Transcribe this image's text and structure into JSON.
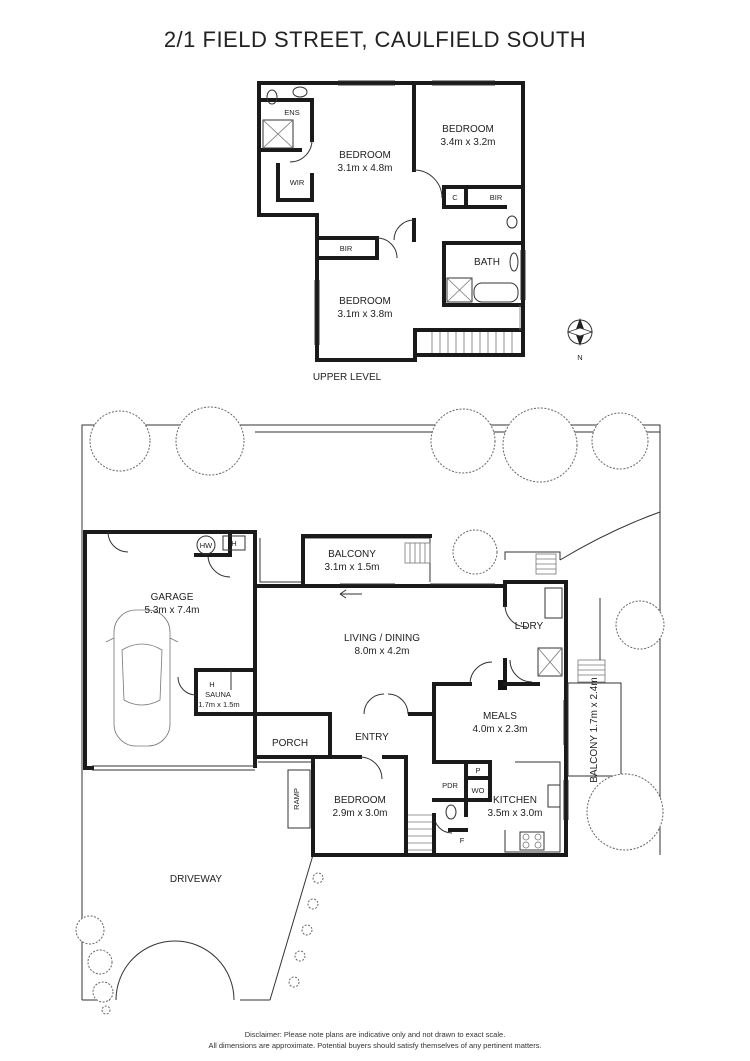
{
  "title": "2/1 FIELD STREET, CAULFIELD SOUTH",
  "upper_level_label": "UPPER LEVEL",
  "compass": {
    "label": "N"
  },
  "upper_rooms": {
    "ens": "ENS",
    "bedroom_a_name": "BEDROOM",
    "bedroom_a_dims": "3.1m x 4.8m",
    "bedroom_b_name": "BEDROOM",
    "bedroom_b_dims": "3.4m x 3.2m",
    "bedroom_c_name": "BEDROOM",
    "bedroom_c_dims": "3.1m x 3.8m",
    "wir": "WIR",
    "bir_1": "BIR",
    "bir_2": "BIR",
    "c": "C",
    "bath": "BATH"
  },
  "ground_rooms": {
    "garage_name": "GARAGE",
    "garage_dims": "5.3m x 7.4m",
    "hw": "HW",
    "h1": "H",
    "h2": "H",
    "sauna_name": "SAUNA",
    "sauna_dims": "1.7m x 1.5m",
    "balcony_top_name": "BALCONY",
    "balcony_top_dims": "3.1m x 1.5m",
    "living_name": "LIVING / DINING",
    "living_dims": "8.0m x 4.2m",
    "laundry": "L'DRY",
    "meals_name": "MEALS",
    "meals_dims": "4.0m x 2.3m",
    "balcony_side": "BALCONY 1.7m x 2.4m",
    "porch": "PORCH",
    "entry": "ENTRY",
    "ramp": "RAMP",
    "bedroom_name": "BEDROOM",
    "bedroom_dims": "2.9m x 3.0m",
    "pdr": "PDR",
    "p": "P",
    "wo": "WO",
    "f": "F",
    "kitchen_name": "KITCHEN",
    "kitchen_dims": "3.5m x 3.0m",
    "driveway": "DRIVEWAY"
  },
  "disclaimer": {
    "line1": "Disclaimer: Please note plans are indicative only and not drawn to exact scale.",
    "line2": "All dimensions are approximate. Potential buyers should satisfy themselves of any pertinent matters."
  }
}
